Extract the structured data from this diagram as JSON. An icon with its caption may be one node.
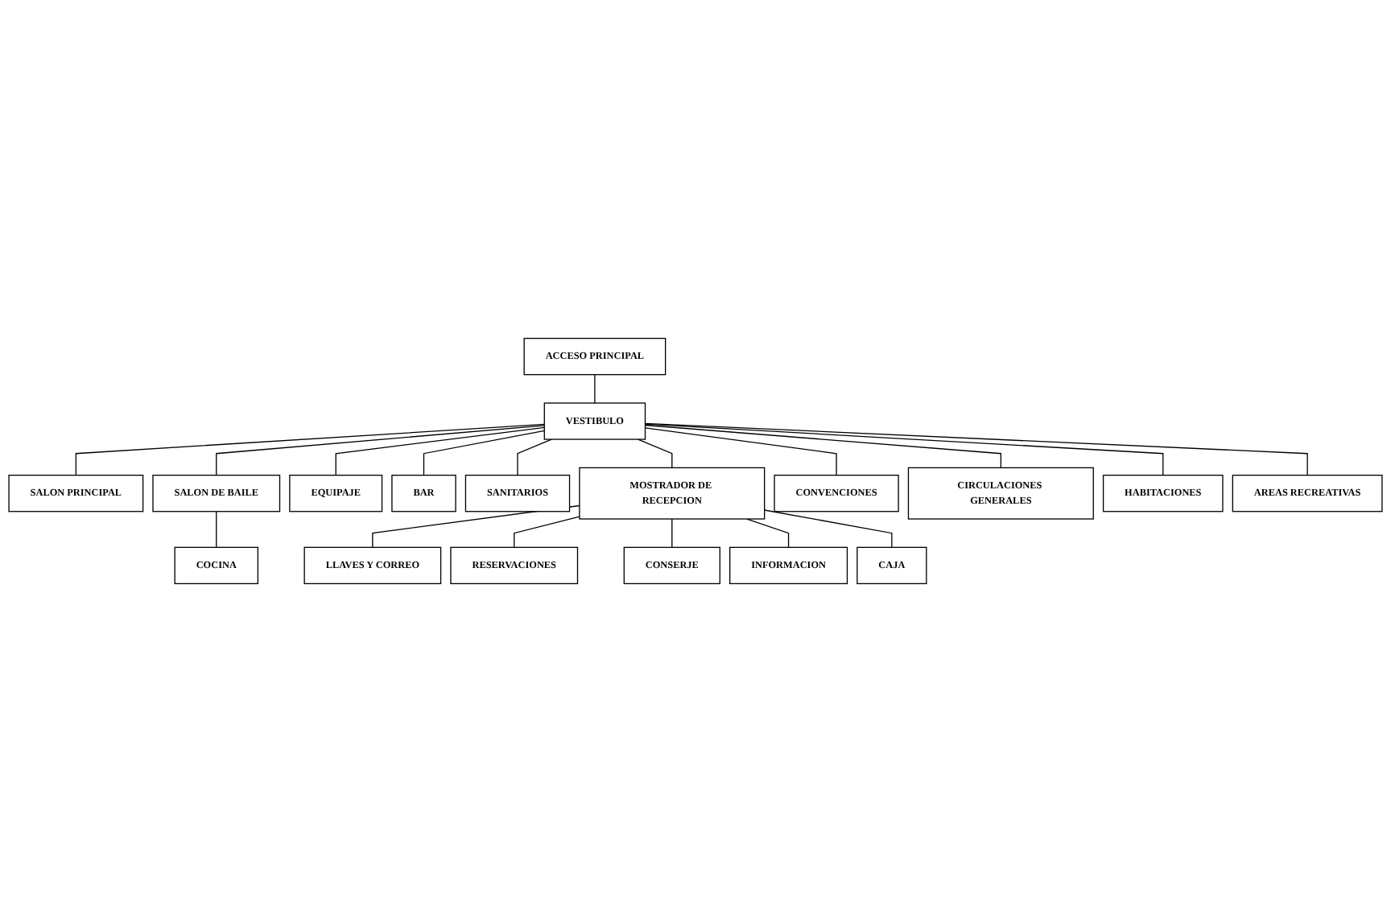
{
  "diagram": {
    "nodes": [
      {
        "text": [
          "ACCESO PRINCIPAL"
        ]
      },
      {
        "text": [
          "VESTIBULO"
        ]
      },
      {
        "text": [
          "SALON PRINCIPAL"
        ]
      },
      {
        "text": [
          "SALON DE BAILE"
        ]
      },
      {
        "text": [
          "COCINA"
        ]
      },
      {
        "text": [
          "EQUIPAJE"
        ]
      },
      {
        "text": [
          "BAR"
        ]
      },
      {
        "text": [
          "SANITARIOS"
        ]
      },
      {
        "text": [
          "MOSTRADOR DE RECEPCION"
        ]
      },
      {
        "text": [
          "LLAVES Y CORREO"
        ]
      },
      {
        "text": [
          "RESERVACIONES"
        ]
      },
      {
        "text": [
          "CONSERJE"
        ]
      },
      {
        "text": [
          "INFORMACION"
        ]
      },
      {
        "text": [
          "CAJA"
        ]
      },
      {
        "text": [
          "CONVENCIONES"
        ]
      },
      {
        "text": [
          "CIRCULACIONES GENERALES"
        ]
      },
      {
        "text": [
          "HABITACIONES"
        ]
      },
      {
        "text": [
          "AREAS RECREATIVAS"
        ]
      }
    ],
    "edges": [
      {
        "from": 0,
        "to": 1,
        "arrow": "none"
      },
      {
        "from": 1,
        "to": 2,
        "arrow": "none"
      },
      {
        "from": 1,
        "to": 3,
        "arrow": "none"
      },
      {
        "from": 3,
        "to": 4,
        "arrow": "none"
      },
      {
        "from": 1,
        "to": 5,
        "arrow": "none"
      },
      {
        "from": 1,
        "to": 6,
        "arrow": "none"
      },
      {
        "from": 1,
        "to": 7,
        "arrow": "none"
      },
      {
        "from": 1,
        "to": 8,
        "arrow": "none"
      },
      {
        "from": 8,
        "to": 9,
        "arrow": "none"
      },
      {
        "from": 8,
        "to": 10,
        "arrow": "none"
      },
      {
        "from": 8,
        "to": 11,
        "arrow": "none"
      },
      {
        "from": 8,
        "to": 12,
        "arrow": "none"
      },
      {
        "from": 8,
        "to": 13,
        "arrow": "none"
      },
      {
        "from": 1,
        "to": 14,
        "arrow": "none"
      },
      {
        "from": 1,
        "to": 15,
        "arrow": "none"
      },
      {
        "from": 1,
        "to": 16,
        "arrow": "none"
      },
      {
        "from": 1,
        "to": 17,
        "arrow": "none"
      }
    ]
  }
}
